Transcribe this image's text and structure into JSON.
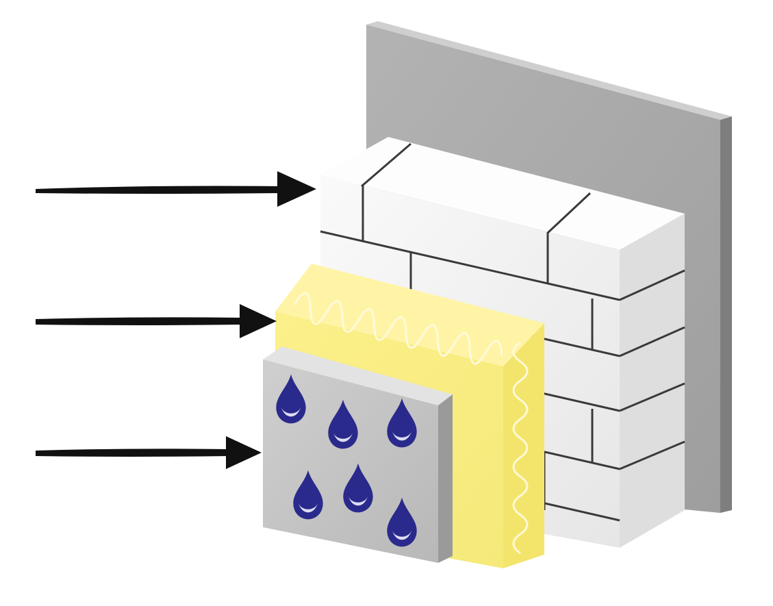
{
  "diagram": {
    "layers": [
      {
        "name": "backing-wall",
        "fill": "#a8a8a8"
      },
      {
        "name": "block-masonry",
        "fill": "#f2f2f2"
      },
      {
        "name": "insulation",
        "fill": "#fbf39a"
      },
      {
        "name": "moisture-render-panel",
        "fill": "#c4c4c4"
      }
    ],
    "icons": {
      "arrow": "right-arrow-icon",
      "drop": "water-drop-icon"
    },
    "colors": {
      "arrow": "#111111",
      "drop": "#2a2a8c",
      "joint": "#3a3a3a"
    },
    "arrow_count": 3,
    "drop_count": 6
  }
}
